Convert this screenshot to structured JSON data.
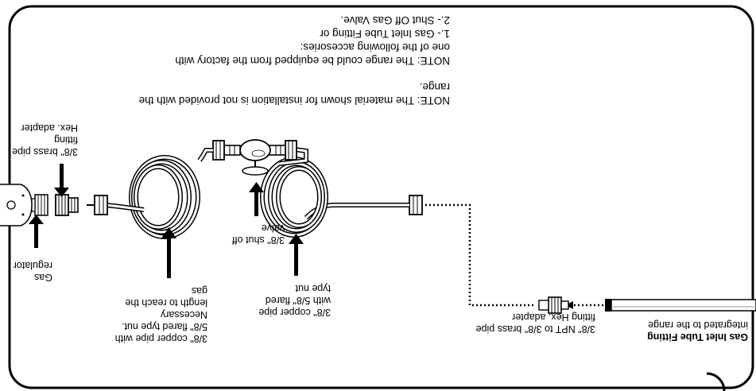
{
  "notes": {
    "material": [
      "NOTE: The material shown for installation is not provided with the",
      "range."
    ],
    "factory": [
      "NOTE: The range could be equipped from the factory with",
      "one of the following accesories:",
      "1.- Gas Inlet Tube Fitting or",
      "2.- Shut Off Gas Valve."
    ]
  },
  "labels": {
    "brass_fitting": [
      "3/8\" brass pipe",
      "fitting",
      "Hex. adapter"
    ],
    "regulator": [
      "Gas",
      "regulator"
    ],
    "copper_long": [
      "3/8\" copper pipe with",
      "5/8\" flared type nut.",
      "Necessary",
      "length to reach the",
      "gas"
    ],
    "shutoff": [
      "3/8\" shut off",
      "valve"
    ],
    "copper_right": [
      "3/8\" copper pipe",
      "with 5/8\" flared",
      "type nut"
    ],
    "npt_fitting": [
      "3/8\" NPT to 3/8\" brass pipe",
      "fitting Hex. adapter"
    ],
    "inlet_title": "Gas Inlet Tube Fitting",
    "inlet_sub": "integrated to the range"
  }
}
